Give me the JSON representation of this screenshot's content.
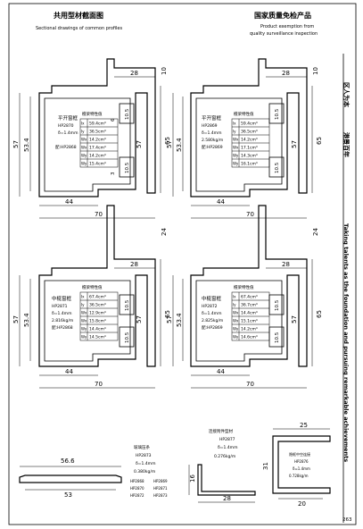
{
  "header": {
    "title_left": "共用型材截面图",
    "subtitle_left": "Sectional drawings of common profiles",
    "title_right": "国家质量免检产品",
    "subtitle_right_1": "Product exemption from",
    "subtitle_right_2": "quality surveillance inspection"
  },
  "side_text": {
    "line_1": "区人为本",
    "line_2": "港景百年",
    "line_3": "Taking talents as the foundation and pursuing remarkable achievements"
  },
  "profiles": [
    {
      "name": "平开窗框",
      "code": "HP2870",
      "wall": "δ=1.4mm",
      "extra": "配:HP2868",
      "table_header": "檀梁特性值",
      "rows": [
        "59.4cm⁴",
        "36.5cm⁴",
        "14.2cm⁴",
        "17.4cm⁴",
        "14.2cm⁴",
        "15.4cm⁴"
      ],
      "row_keys": [
        "Ix",
        "Iy",
        "Wx",
        "Wx",
        "Wy",
        "Wy"
      ],
      "dims": {
        "top": "28",
        "right_top": "10",
        "left_total": "57",
        "left_inner": "53.4",
        "right_total": "65",
        "mid_right": "57",
        "small_1": "6",
        "small_2": "3",
        "bottom_inner": "44",
        "bottom_total": "70"
      }
    },
    {
      "name": "平开窗框",
      "code": "HP2869",
      "wall": "δ=1.4mm",
      "extra": "2.580kg/m",
      "extra_2": "配:HP2869",
      "table_header": "檀梁特性值",
      "rows": [
        "59.4cm⁴",
        "36.5cm⁴",
        "14.2cm⁴",
        "17.1cm⁴",
        "14.3cm⁴",
        "16.1cm⁴"
      ],
      "row_keys": [
        "Ix",
        "Iy",
        "Wx",
        "Wx",
        "Wy",
        "Wy"
      ],
      "dims": {
        "top": "28",
        "right_top": "10",
        "left_total": "57",
        "left_inner": "53.4",
        "right_total": "65",
        "mid_right": "57",
        "bottom_inner": "44",
        "bottom_total": "70"
      }
    },
    {
      "name": "中梃窗框",
      "code": "HP2871",
      "wall": "δ=1.4mm",
      "extra": "2.816kg/m",
      "extra_2": "配:HP2868",
      "table_header": "檀梁特性值",
      "rows": [
        "67.4cm⁴",
        "36.5cm⁴",
        "12.9cm⁴",
        "15.8cm⁴",
        "14.4cm⁴",
        "14.5cm⁴"
      ],
      "row_keys": [
        "Ix",
        "Iy",
        "Wx",
        "Wx",
        "Wy",
        "Wy"
      ],
      "dims": {
        "top": "28",
        "right_top": "24",
        "left_total": "57",
        "left_inner": "53.4",
        "right_total": "65",
        "mid_right": "57",
        "bottom_inner": "44",
        "bottom_total": "70"
      }
    },
    {
      "name": "中梃窗框",
      "code": "HP2872",
      "wall": "δ=1.4mm",
      "extra": "2.825kg/m",
      "extra_2": "配:HP2869",
      "table_header": "檀梁特性值",
      "rows": [
        "67.4cm⁴",
        "36.7cm⁴",
        "14.4cm⁴",
        "15.1cm⁴",
        "14.2cm⁴",
        "14.6cm⁴"
      ],
      "row_keys": [
        "Ix",
        "Iy",
        "Wx",
        "Wx",
        "Wy",
        "Wy"
      ],
      "dims": {
        "top": "28",
        "right_top": "24",
        "left_total": "57",
        "left_inner": "53.4",
        "right_total": "65",
        "mid_right": "57",
        "bottom_inner": "44",
        "bottom_total": "70"
      }
    }
  ],
  "bottom": {
    "bar_dim_outer": "56.6",
    "bar_dim_inner": "53",
    "block_1": {
      "title": "玻璃压条",
      "code": "HP2873",
      "wall": "δ=1.4mm",
      "weight": "0.380kg/m",
      "codes": [
        "HP2868",
        "HP2869",
        "HP2870",
        "HP2871",
        "HP2872",
        "HP2873"
      ]
    },
    "block_2": {
      "title": "连接附件型材",
      "code": "HP2877",
      "wall": "δ=1.4mm",
      "weight": "0.276kg/m"
    },
    "angle_dims": {
      "h": "16",
      "w": "28"
    },
    "channel": {
      "title": "隐框中空连接",
      "code": "HP2876",
      "wall": "δ=1.4mm",
      "weight": "0.728kg/m",
      "dim_top": "25",
      "dim_inner": "20",
      "dim_side": "31"
    },
    "page_number": "263"
  }
}
